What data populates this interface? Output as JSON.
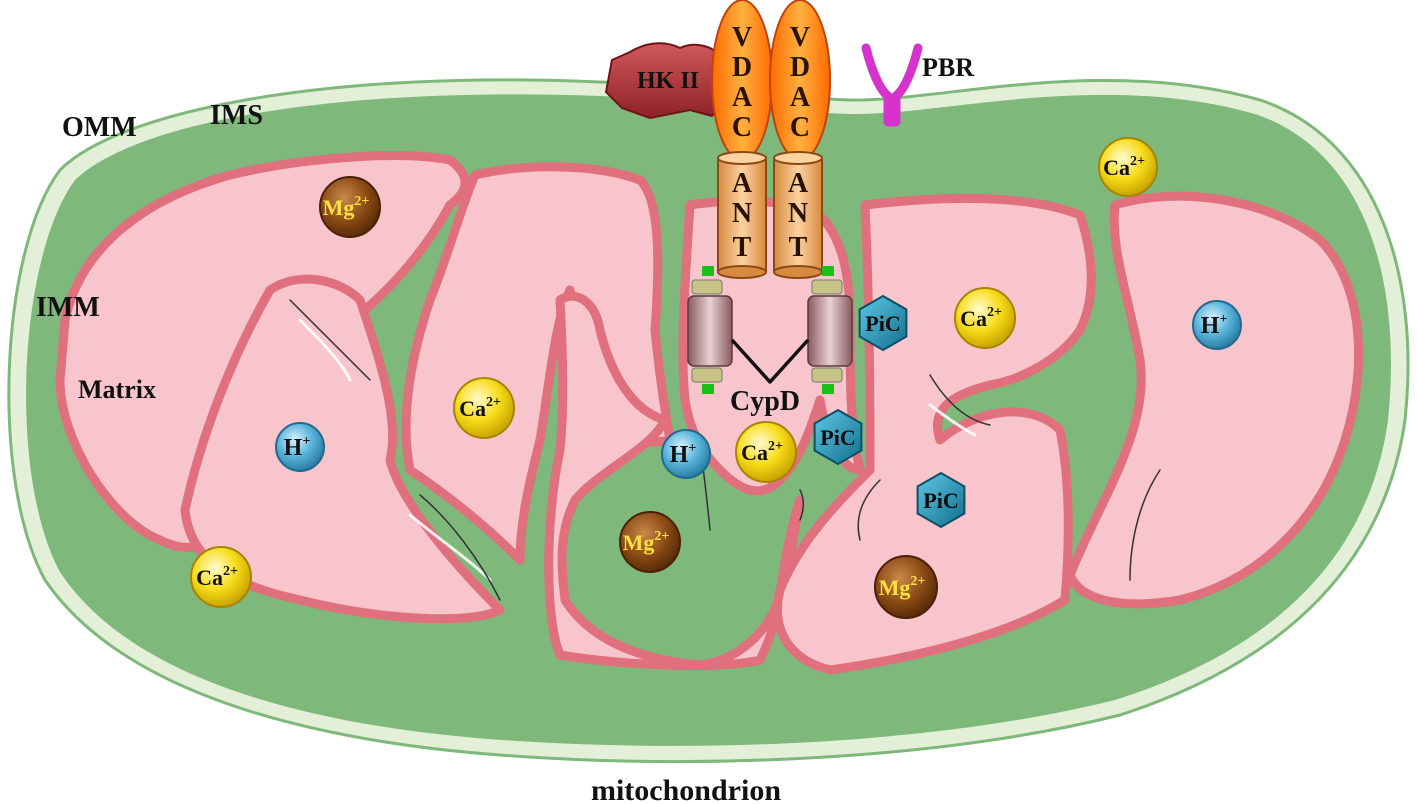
{
  "title": "mitochondrion",
  "labels": {
    "omm": "OMM",
    "ims": "IMS",
    "imm": "IMM",
    "matrix": "Matrix",
    "cypd": "CypD",
    "pbr": "PBR",
    "hk2": "HK II"
  },
  "vdac": [
    {
      "letters": [
        "V",
        "D",
        "A",
        "C"
      ]
    },
    {
      "letters": [
        "V",
        "D",
        "A",
        "C"
      ]
    }
  ],
  "ant": [
    {
      "letters": [
        "A",
        "N",
        "T"
      ]
    },
    {
      "letters": [
        "A",
        "N",
        "T"
      ]
    }
  ],
  "ions": {
    "calcium": {
      "base": "Ca",
      "sup": "2+"
    },
    "magnesium": {
      "base": "Mg",
      "sup": "2+"
    },
    "proton": {
      "base": "H",
      "sup": "+"
    },
    "phosphate_carrier": "PiC"
  },
  "colors": {
    "outer_membrane": "#e4efd8",
    "ims": "#7eb87a",
    "inner_membrane": "#e0707e",
    "matrix": "#f7c5cb",
    "calcium": "#f3d400",
    "magnesium": "#8a4a14",
    "proton": "#4aa8cf",
    "pic": "#1f8fb0",
    "vdac": "#ff8a00",
    "ant": "#f0b070",
    "hk2": "#b5383c",
    "pbr": "#d633cc"
  }
}
